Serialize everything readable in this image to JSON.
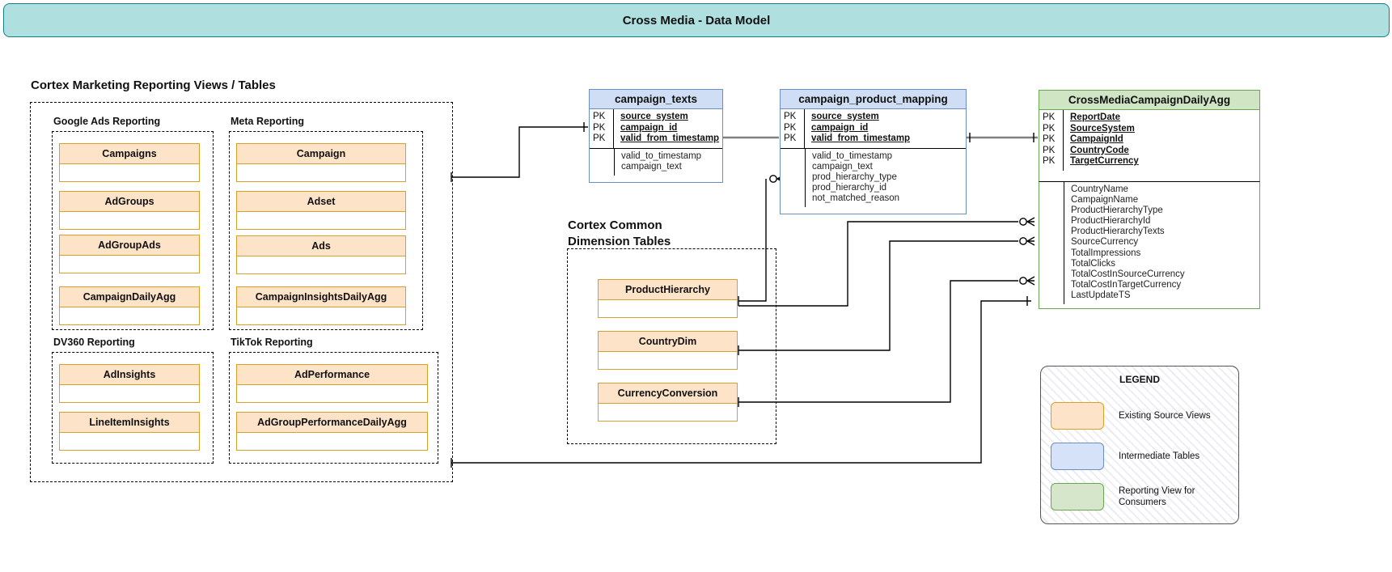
{
  "title_bar": {
    "text": "Cross Media - Data Model"
  },
  "sections": {
    "left_title": "Cortex Marketing Reporting Views / Tables",
    "dimension_title": "Cortex Common\nDimension Tables"
  },
  "groups": [
    {
      "name": "Google Ads Reporting",
      "entities": [
        {
          "name": "Campaigns"
        },
        {
          "name": "AdGroups"
        },
        {
          "name": "AdGroupAds"
        },
        {
          "name": "CampaignDailyAgg"
        }
      ]
    },
    {
      "name": "Meta Reporting",
      "entities": [
        {
          "name": "Campaign"
        },
        {
          "name": "Adset"
        },
        {
          "name": "Ads"
        },
        {
          "name": "CampaignInsightsDailyAgg"
        }
      ]
    },
    {
      "name": "DV360 Reporting",
      "entities": [
        {
          "name": "AdInsights"
        },
        {
          "name": "LineItemInsights"
        }
      ]
    },
    {
      "name": "TikTok Reporting",
      "entities": [
        {
          "name": "AdPerformance"
        },
        {
          "name": "AdGroupPerformanceDailyAgg"
        }
      ]
    }
  ],
  "dimension_tables": [
    {
      "name": "ProductHierarchy"
    },
    {
      "name": "CountryDim"
    },
    {
      "name": "CurrencyConversion"
    }
  ],
  "er_tables": [
    {
      "id": "campaign_texts",
      "title": "campaign_texts",
      "keys": [
        {
          "label": "PK",
          "field": "source_system"
        },
        {
          "label": "PK",
          "field": "campaign_id"
        },
        {
          "label": "PK",
          "field": "valid_from_timestamp"
        }
      ],
      "attributes": [
        "valid_to_timestamp",
        "campaign_text"
      ]
    },
    {
      "id": "campaign_product_mapping",
      "title": "campaign_product_mapping",
      "keys": [
        {
          "label": "PK",
          "field": "source_system"
        },
        {
          "label": "PK",
          "field": "campaign_id"
        },
        {
          "label": "PK",
          "field": "valid_from_timestamp"
        }
      ],
      "attributes": [
        "valid_to_timestamp",
        "campaign_text",
        "prod_hierarchy_type",
        "prod_hierarchy_id",
        "not_matched_reason"
      ]
    },
    {
      "id": "cross_media_campaign_daily_agg",
      "title": "CrossMediaCampaignDailyAgg",
      "keys": [
        {
          "label": "PK",
          "field": "ReportDate"
        },
        {
          "label": "PK",
          "field": "SourceSystem"
        },
        {
          "label": "PK",
          "field": "CampaignId"
        },
        {
          "label": "PK",
          "field": "CountryCode"
        },
        {
          "label": "PK",
          "field": "TargetCurrency"
        }
      ],
      "attributes": [
        "CountryName",
        "CampaignName",
        "ProductHierarchyType",
        "ProductHierarchyId",
        "ProductHierarchyTexts",
        "SourceCurrency",
        "TotalImpressions",
        "TotalClicks",
        "TotalCostInSourceCurrency",
        "TotalCostInTargetCurrency",
        "LastUpdateTS"
      ]
    }
  ],
  "legend": {
    "title": "LEGEND",
    "items": [
      {
        "label": "Existing Source Views",
        "color": "#fde3c8",
        "border": "#d6a02a"
      },
      {
        "label": "Intermediate Tables",
        "color": "#d6e2f7",
        "border": "#6b8fc4"
      },
      {
        "label": "Reporting View for\nConsumers",
        "color": "#d6e6cb",
        "border": "#6aa84f"
      }
    ]
  },
  "colors": {
    "title_bar_bg": "#b0dfe0",
    "title_bar_border": "#0e8088",
    "orange_fill": "#fde3c8",
    "orange_border": "#d6a02a",
    "blue_fill": "#cfdef4",
    "blue_border": "#6b8fc4",
    "green_fill": "#cfe5c4",
    "green_border": "#6aa84f"
  }
}
